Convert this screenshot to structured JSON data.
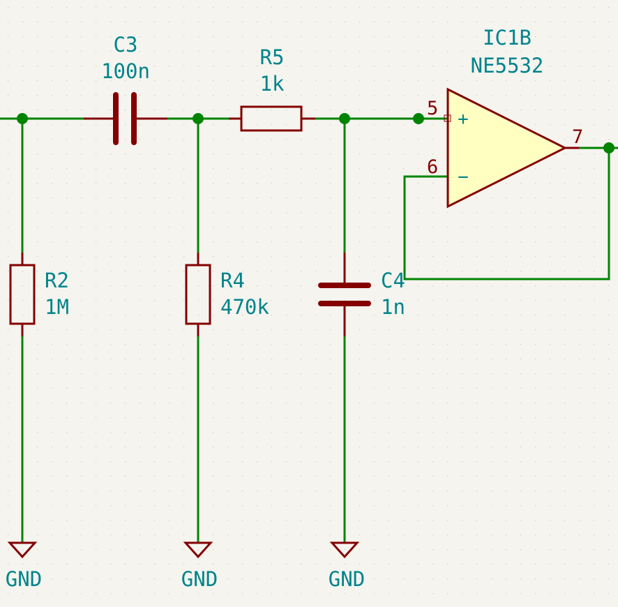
{
  "schematic": {
    "grid_color": "#c9c9c0",
    "colors": {
      "wire": "#008400",
      "component": "#840000",
      "opamp_fill": "#ffffc2",
      "text": "#00848a",
      "background": "#f5f4ef"
    },
    "components": {
      "c3": {
        "ref": "C3",
        "value": "100n"
      },
      "r5": {
        "ref": "R5",
        "value": "1k"
      },
      "ic1b": {
        "ref": "IC1B",
        "value": "NE5532"
      },
      "r2": {
        "ref": "R2",
        "value": "1M"
      },
      "r4": {
        "ref": "R4",
        "value": "470k"
      },
      "c4": {
        "ref": "C4",
        "value": "1n"
      }
    },
    "opamp": {
      "pin_plus": "5",
      "pin_minus": "6",
      "pin_out": "7",
      "plus_symbol": "+",
      "minus_symbol": "−"
    },
    "ground_label": "GND"
  }
}
